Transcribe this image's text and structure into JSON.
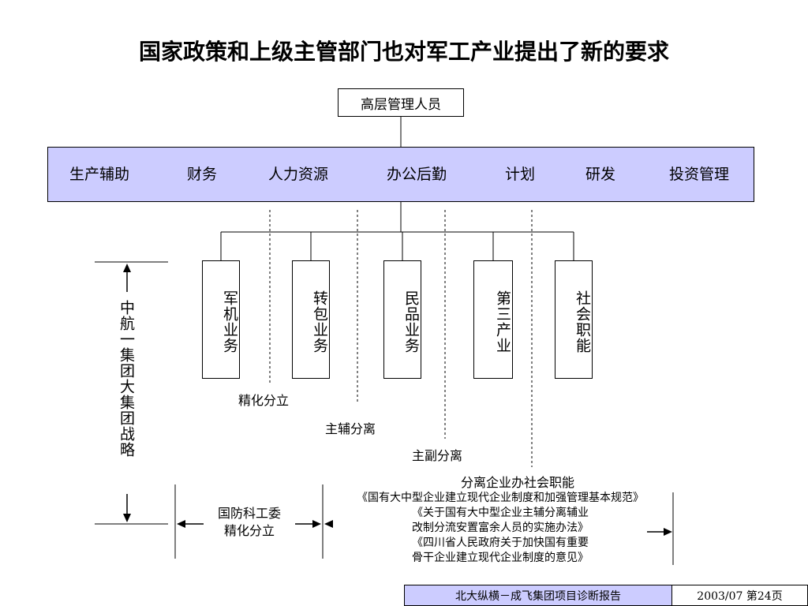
{
  "title": "国家政策和上级主管部门也对军工产业提出了新的要求",
  "top_box": "高层管理人员",
  "departments": [
    "生产辅助",
    "财务",
    "人力资源",
    "办公后勤",
    "计划",
    "研发",
    "投资管理"
  ],
  "businesses": [
    "军机业务",
    "转包业务",
    "民品业务",
    "第三产业",
    "社会职能"
  ],
  "strategy_label": "中航一集团大集团战略",
  "separation_labels": [
    "精化分立",
    "主辅分离",
    "主副分离",
    "分离企业办社会职能"
  ],
  "commission": {
    "line1": "国防科工委",
    "line2": "精化分立"
  },
  "policy_docs": [
    "《国有大中型企业建立现代企业制度和加强管理基本规范》",
    "《关于国有大中型企业主辅分离辅业",
    "改制分流安置富余人员的实施办法》",
    "《四川省人民政府关于加快国有重要",
    "骨干企业建立现代企业制度的意见》"
  ],
  "footer": {
    "report": "北大纵横－成飞集团项目诊断报告",
    "page": "2003/07  第24页"
  },
  "colors": {
    "band": "#ccccff",
    "line": "#000000"
  }
}
